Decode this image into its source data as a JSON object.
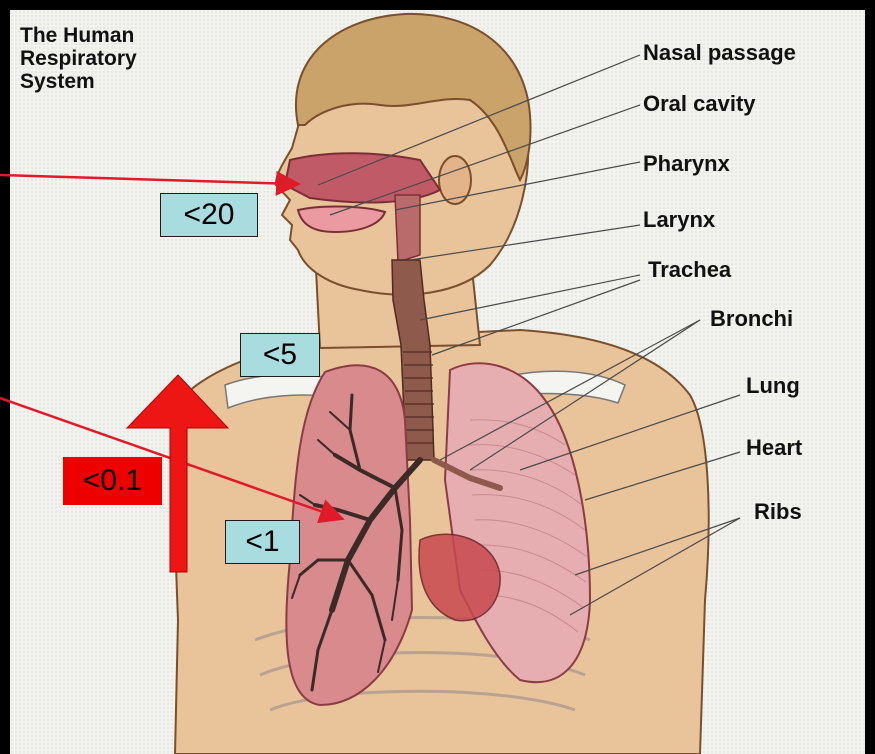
{
  "title_lines": [
    "The Human",
    "Respiratory",
    "System"
  ],
  "organ_labels": {
    "nasal_passage": "Nasal passage",
    "oral_cavity": "Oral cavity",
    "pharynx": "Pharynx",
    "larynx": "Larynx",
    "trachea": "Trachea",
    "bronchi": "Bronchi",
    "lung": "Lung",
    "heart": "Heart",
    "ribs": "Ribs"
  },
  "size_boxes": {
    "nasal": "<20",
    "trachea": "<5",
    "bronchi": "<1",
    "alveoli": "<0.1"
  },
  "colors": {
    "box_fill": "#a9dcdf",
    "highlight_fill": "#ee0000",
    "pointer_arrow": "#e11a2a",
    "skin": "#e9c39a",
    "hair": "#caa36a",
    "lung": "#e6aeb0",
    "trachea": "#8e5a4c"
  },
  "icons": [
    "up-arrow-icon"
  ]
}
